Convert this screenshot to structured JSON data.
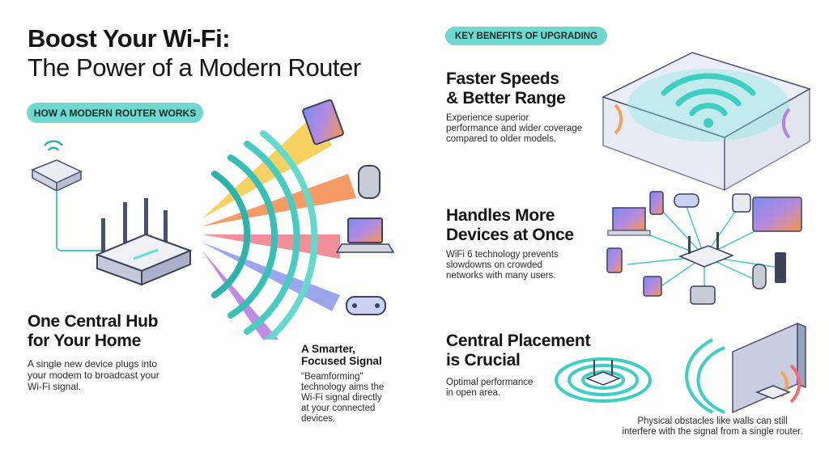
{
  "title": {
    "line1": "Boost Your Wi-Fi:",
    "line2": "The Power of a Modern Router"
  },
  "left": {
    "pill": "HOW A MODERN ROUTER WORKS",
    "hub": {
      "heading1": "One Central Hub",
      "heading2": "for Your Home",
      "body": [
        "A single new device plugs into",
        "your modem to broadcast your",
        "Wi-Fi signal."
      ]
    },
    "signal": {
      "heading1": "A Smarter,",
      "heading2": "Focused Signal",
      "body": [
        "\"Beamforming\"",
        "technology aims the",
        "Wi-Fi signal directly",
        "at your connected",
        "devices."
      ]
    }
  },
  "right": {
    "pill": "KEY BENEFITS OF UPGRADING",
    "speed": {
      "heading1": "Faster Speeds",
      "heading2": "& Better Range",
      "body": [
        "Experience superior",
        "performance and wider coverage",
        "compared to older models."
      ]
    },
    "devices": {
      "heading1": "Handles More",
      "heading2": "Devices at Once",
      "body": [
        "WiFi 6 technology prevents",
        "slowdowns on crowded",
        "networks with many users."
      ]
    },
    "placement": {
      "heading1": "Central Placement",
      "heading2": "is Crucial",
      "body": [
        "Optimal performance",
        "in open area."
      ],
      "caption": [
        "Physical obstacles like walls can still",
        "interfere with the signal from a single router."
      ]
    }
  },
  "colors": {
    "accent": "#6fd9cf",
    "teal": "#2bb3ad",
    "beam_yellow": "#f7c948",
    "beam_orange": "#f58a4b",
    "beam_purple": "#a874e0"
  }
}
